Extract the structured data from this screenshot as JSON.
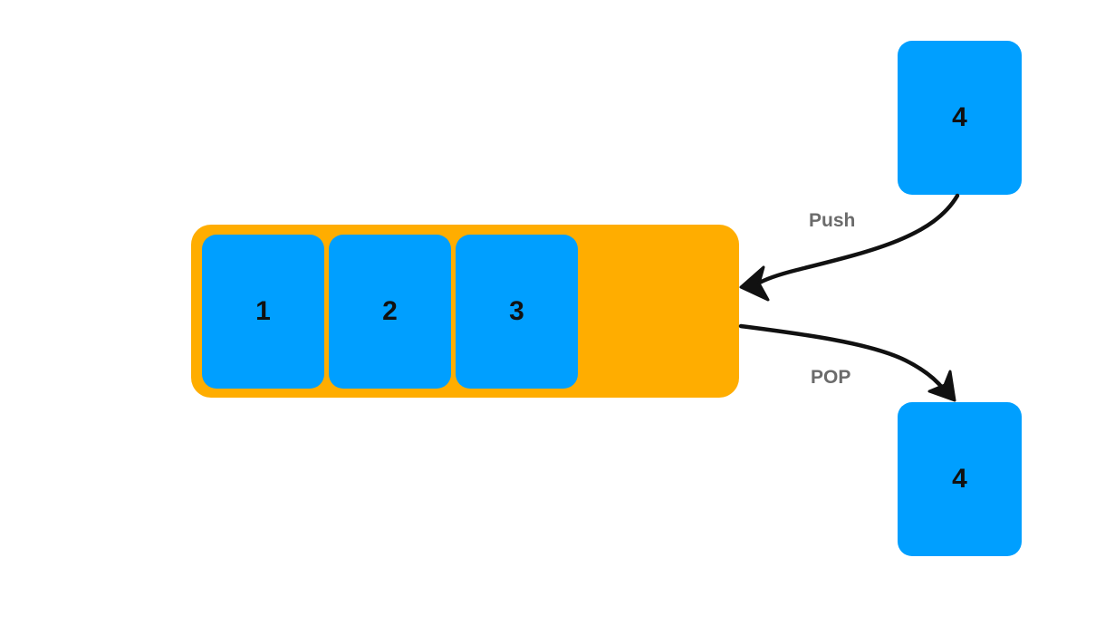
{
  "diagram": {
    "colors": {
      "container": "#FFAD00",
      "block": "#009FFF",
      "arrow": "#111111",
      "label": "#6B6B6B"
    },
    "stack_blocks": [
      {
        "label": "1"
      },
      {
        "label": "2"
      },
      {
        "label": "3"
      }
    ],
    "incoming_block": {
      "label": "4"
    },
    "outgoing_block": {
      "label": "4"
    },
    "push_label": "Push",
    "pop_label": "POP"
  }
}
